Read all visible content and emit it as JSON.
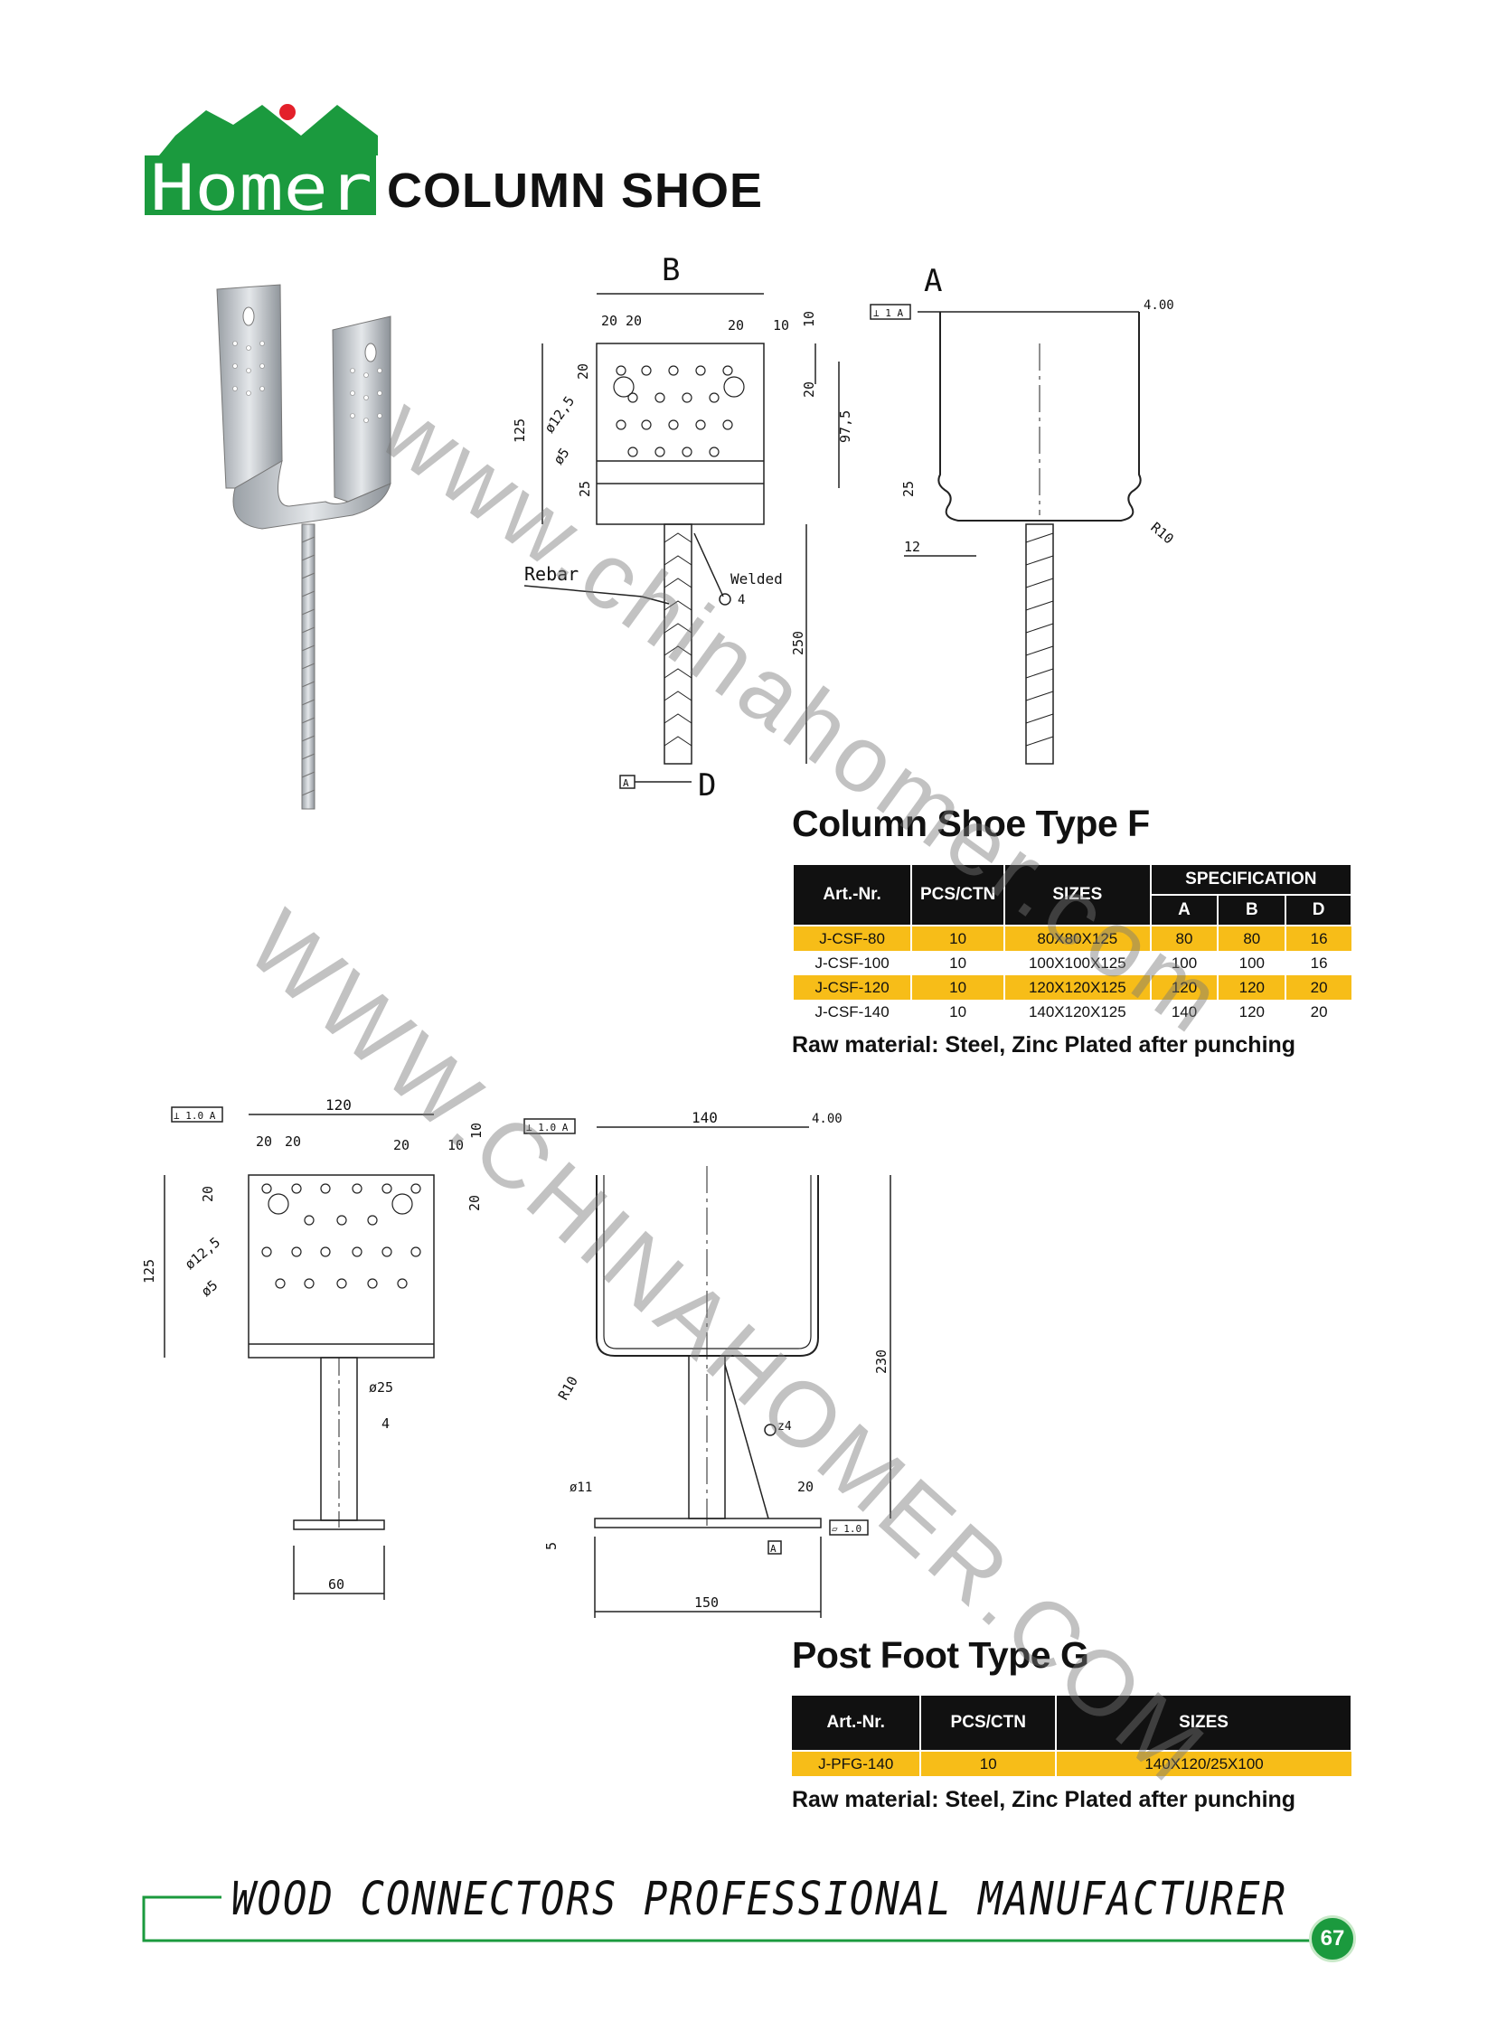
{
  "header": {
    "brand": "Homer",
    "title": "COLUMN SHOE"
  },
  "colors": {
    "brand_green": "#1b9a3e",
    "logo_dot": "#e3202a",
    "table_header": "#111111",
    "table_highlight": "#f7bd18"
  },
  "drawing_f": {
    "view_b_label": "B",
    "view_a_label": "A",
    "view_d_label": "D",
    "datum_frame": "⊥ 1 A",
    "datum_a": "A",
    "dims": {
      "d20a": "20",
      "d20b": "20",
      "d20c": "20",
      "d10a": "10",
      "d10b": "10",
      "d20d": "20",
      "d20e": "20",
      "d125": "125",
      "d97_5": "97,5",
      "d12_5": "ø12,5",
      "d5": "ø5",
      "d25": "25",
      "d250": "250",
      "d4": "4",
      "d4_00": "4.00",
      "d25b": "25",
      "d12": "12",
      "r10": "R10"
    },
    "rebar_label": "Rebar",
    "welded_label": "Welded"
  },
  "section_f": {
    "title": "Column Shoe Type F",
    "headers": {
      "art": "Art.-Nr.",
      "pcs": "PCS/CTN",
      "sizes": "SIZES",
      "spec": "SPECIFICATION",
      "a": "A",
      "b": "B",
      "d": "D"
    },
    "rows": [
      {
        "art": "J-CSF-80",
        "pcs": "10",
        "sizes": "80X80X125",
        "a": "80",
        "b": "80",
        "d": "16"
      },
      {
        "art": "J-CSF-100",
        "pcs": "10",
        "sizes": "100X100X125",
        "a": "100",
        "b": "100",
        "d": "16"
      },
      {
        "art": "J-CSF-120",
        "pcs": "10",
        "sizes": "120X120X125",
        "a": "120",
        "b": "120",
        "d": "20"
      },
      {
        "art": "J-CSF-140",
        "pcs": "10",
        "sizes": "140X120X125",
        "a": "140",
        "b": "120",
        "d": "20"
      }
    ],
    "raw_material": "Raw material:  Steel,  Zinc Plated after punching"
  },
  "drawing_g": {
    "datum_frame_left": "⊥ 1.0 A",
    "datum_frame_right": "⊥ 1.0 A",
    "flatness_frame": "▱ 1.0",
    "datum_a": "A",
    "dims": {
      "d120": "120",
      "d20a": "20",
      "d20b": "20",
      "d20c": "20",
      "d10a": "10",
      "d10b": "10",
      "d20d": "20",
      "d20e": "20",
      "d125": "125",
      "d12_5": "ø12,5",
      "d5": "ø5",
      "d25": "ø25",
      "d4": "4",
      "d60": "60",
      "d140": "140",
      "d4_00": "4.00",
      "d230": "230",
      "r10": "R10",
      "z4": "z4",
      "d11": "ø11",
      "d20f": "20",
      "d5b": "5",
      "d150": "150"
    }
  },
  "section_g": {
    "title": "Post Foot Type G",
    "headers": {
      "art": "Art.-Nr.",
      "pcs": "PCS/CTN",
      "sizes": "SIZES"
    },
    "rows": [
      {
        "art": "J-PFG-140",
        "pcs": "10",
        "sizes": "140X120/25X100"
      }
    ],
    "raw_material": "Raw material:  Steel,  Zinc Plated after punching"
  },
  "watermarks": {
    "w1": "www.chinahomer.com",
    "w2": "WWW.CHINAHOMER.COM"
  },
  "footer": {
    "tagline": "WOOD CONNECTORS PROFESSIONAL MANUFACTURER",
    "page_number": "67"
  }
}
